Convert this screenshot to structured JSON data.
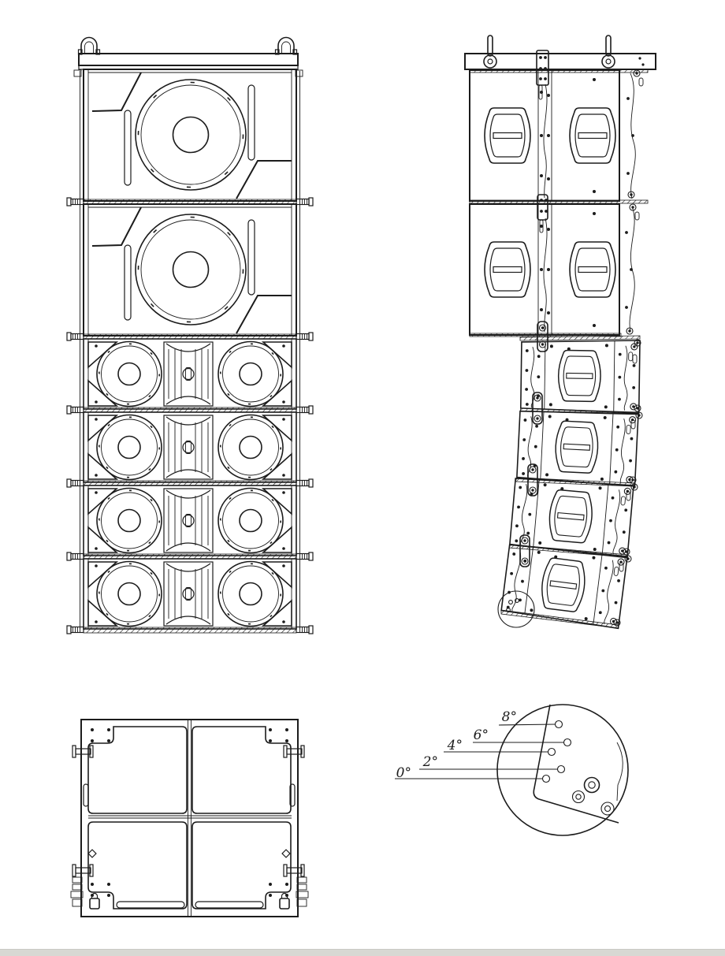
{
  "page": {
    "background_color": "#ffffff",
    "line_color": "#1c1c1c",
    "footer_bar_color": "#d8d8d3"
  },
  "drawing": {
    "type": "line-array-speaker-rigging-technical-drawing",
    "views": {
      "front": "flown array front view: rigging frame, 2 subwoofers, 4 line-array modules",
      "side": "flown array side view with progressive splay angles",
      "top": "top view of rigging frame",
      "detail": "enlarged detail of rear rigging plate splay-angle holes"
    }
  },
  "detail_callouts": [
    {
      "label": "0°"
    },
    {
      "label": "2°"
    },
    {
      "label": "4°"
    },
    {
      "label": "6°"
    },
    {
      "label": "8°"
    }
  ]
}
